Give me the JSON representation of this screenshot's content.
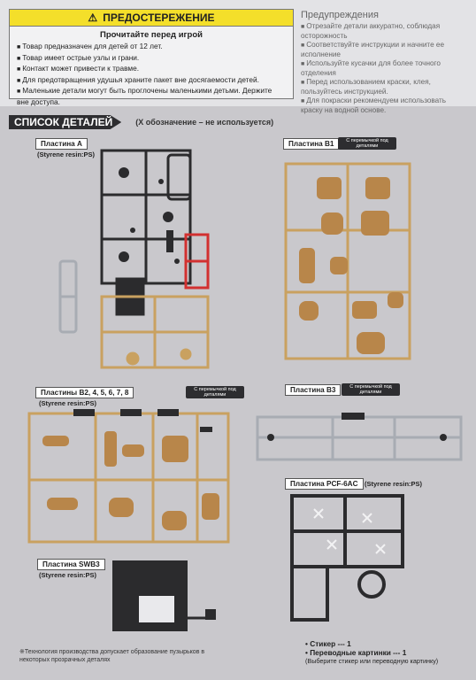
{
  "warning": {
    "title": "ПРЕДОСТЕРЕЖЕНИЕ",
    "subtitle": "Прочитайте перед игрой",
    "items": [
      "Товар предназначен для детей от 12 лет.",
      "Товар имеет острые узлы и грани.",
      "Контакт может привести к травме.",
      "Для предотвращения удушья храните пакет вне досягаемости детей.",
      "Маленькие детали могут быть проглочены маленькими детьми. Держите вне доступа."
    ]
  },
  "tips": {
    "title": "Предупреждения",
    "items": [
      "Отрезайте детали аккуратно, соблюдая осторожность",
      "Соответствуйте инструкции и начните ее исполнение",
      "Используйте кусачки для более точного отделения",
      "Перед использованием краски, клея, пользуйтесь инструкцией.",
      "Для покраски рекомендуем использовать краску на водной основе."
    ]
  },
  "parts_list": {
    "title": "СПИСОК ДЕТАЛЕЙ",
    "note": "(Х обозначение – не используется)",
    "material": "(Styrene resin:PS)",
    "tag_text": "С перемычкой под деталями",
    "plates": [
      {
        "label": "Пластина  А"
      },
      {
        "label": "Пластина  В1"
      },
      {
        "label": "Пластины  В2, 4, 5, 6, 7, 8"
      },
      {
        "label": "Пластина  В3"
      },
      {
        "label": "Пластина  PCF-6AC"
      },
      {
        "label": "Пластина  SWB3"
      }
    ]
  },
  "colors": {
    "warning_yellow": "#f4df2a",
    "gold_runner": "#c9a160",
    "dark_runner": "#2b2b2d",
    "clear_runner": "#a8acb3",
    "red_runner": "#d23030"
  },
  "footer": {
    "left_note": "※Технология производства допускает образование пузырьков в некоторых прозрачных деталях",
    "sticker": "• Стикер --- 1",
    "decals": "• Переводные картинки --- 1",
    "choose": "(Выберите стикер или переводную картинку)"
  }
}
